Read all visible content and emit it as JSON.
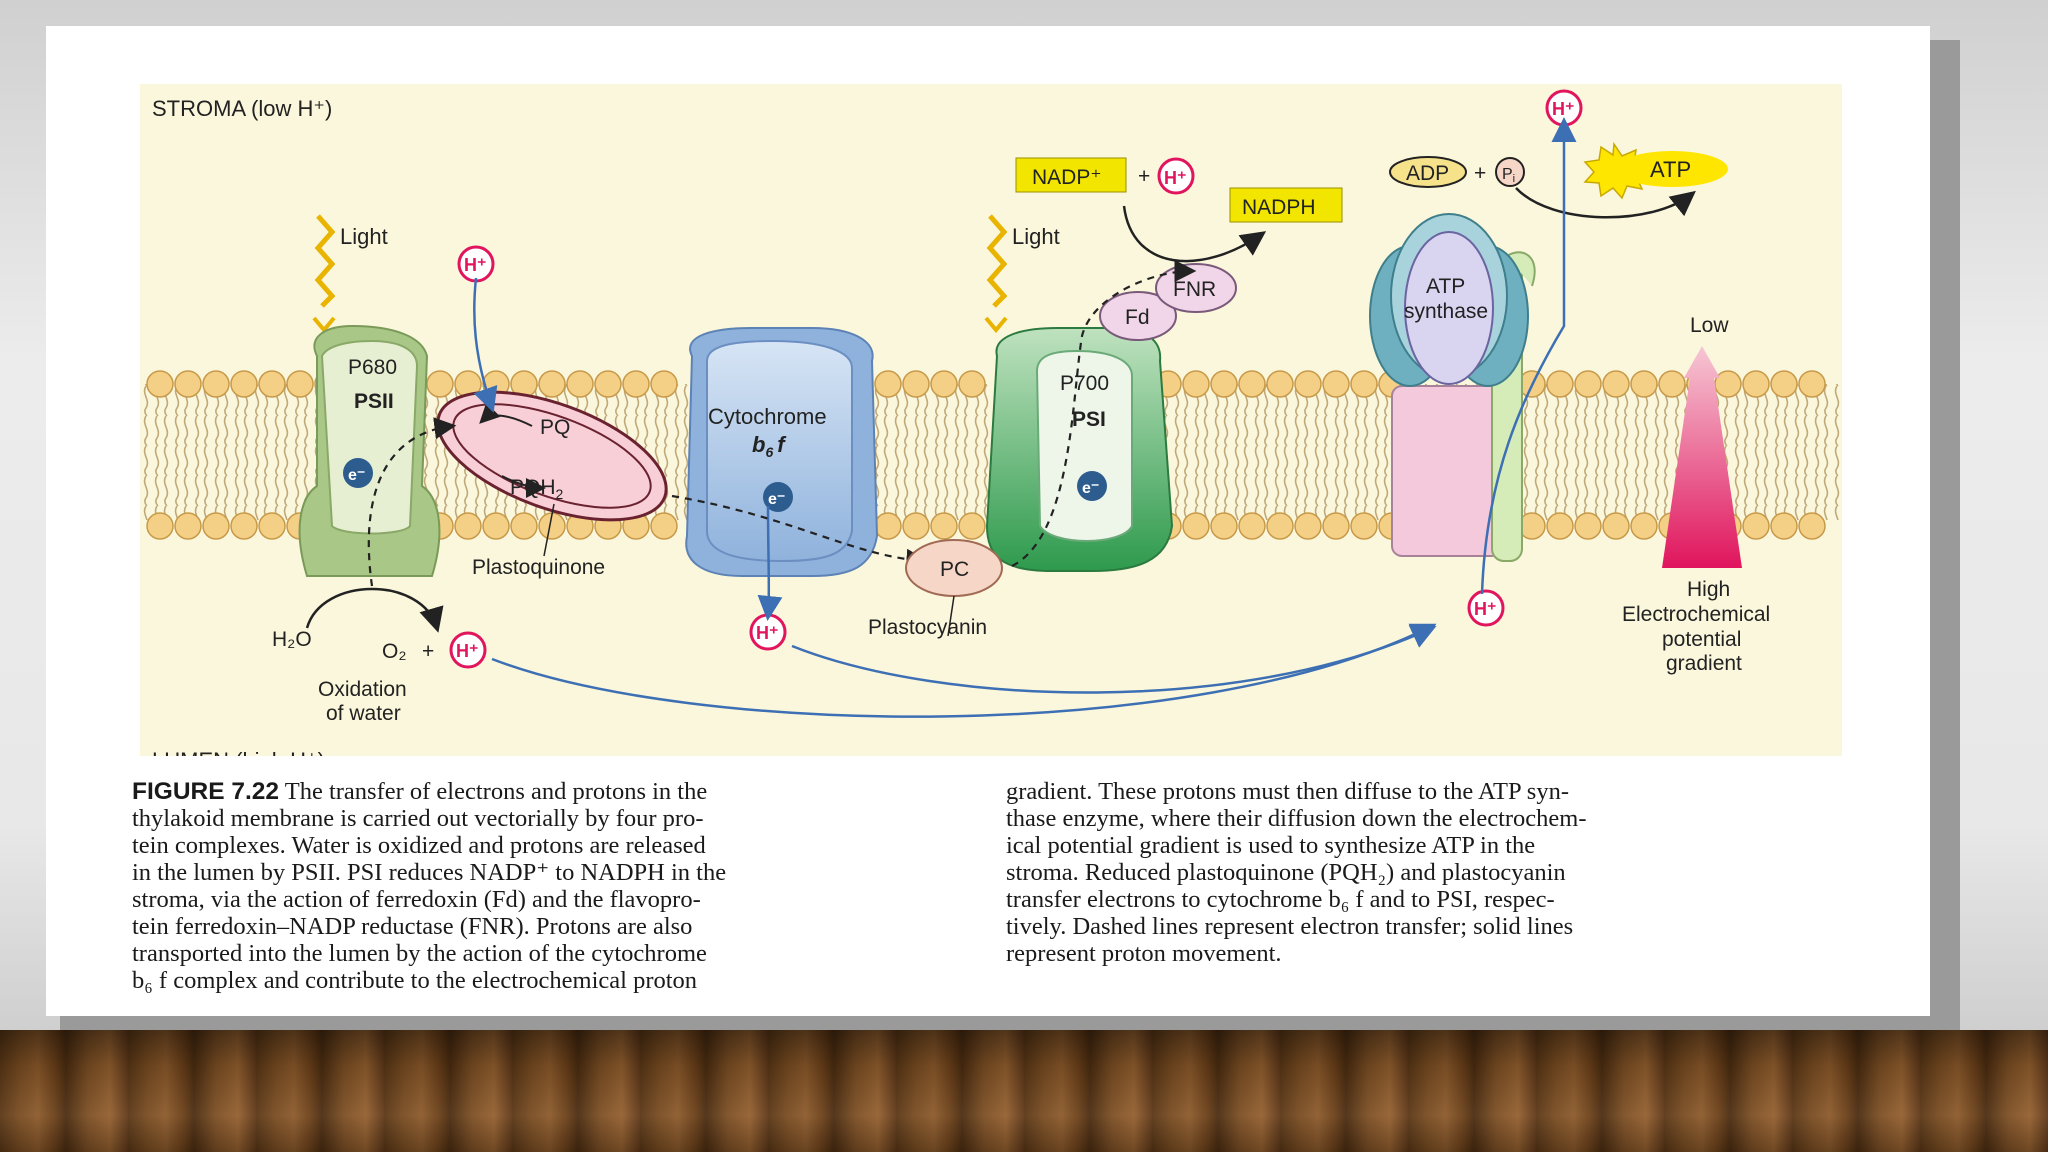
{
  "slide": {
    "figure_texts": {
      "stroma": "STROMA (low H⁺)",
      "lumen": "LUMEN (high H⁺)",
      "light": "Light",
      "p680": "P680",
      "psii": "PSII",
      "p700": "P700",
      "psi": "PSI",
      "pq": "PQ",
      "pqh2": "PQH",
      "pqh2_sub": "2",
      "plastoquinone": "Plastoquinone",
      "cytochrome": "Cytochrome",
      "b6f": "b",
      "b6f_sub": "6",
      "b6f_f": "f",
      "pc": "PC",
      "plastocyanin": "Plastocyanin",
      "fd": "Fd",
      "fnr": "FNR",
      "nadp_plus": "NADP⁺",
      "nadph": "NADPH",
      "plus": "+",
      "h_plus": "H⁺",
      "e_minus": "e⁻",
      "adp": "ADP",
      "pi": "P",
      "pi_sub": "i",
      "atp": "ATP",
      "atp_synthase_1": "ATP",
      "atp_synthase_2": "synthase",
      "h2o": "H₂O",
      "o2": "O₂",
      "oxidation_1": "Oxidation",
      "oxidation_2": "of water",
      "low": "Low",
      "high": "High",
      "gradient_1": "Electrochemical",
      "gradient_2": "potential",
      "gradient_3": "gradient"
    },
    "caption": {
      "figure_label": "FIGURE 7.22",
      "left_text": " The transfer of electrons and protons in the\nthylakoid membrane is carried out vectorially by four pro-\ntein complexes. Water is oxidized and protons are released\nin the lumen by PSII. PSI reduces NADP⁺ to NADPH in the\nstroma, via the action of ferredoxin (Fd) and the flavopro-\ntein ferredoxin–NADP reductase (FNR). Protons are also\ntransported into the lumen by the action of the cytochrome\nb₆ f complex and contribute to the electrochemical proton",
      "right_text": "gradient. These protons must then diffuse to the ATP syn-\nthase enzyme, where their diffusion down the electrochem-\nical potential gradient is used to synthesize ATP in the\nstroma. Reduced plastoquinone (PQH₂) and plastocyanin\ntransfer electrons to cytochrome b₆ f and to PSI, respec-\ntively. Dashed lines represent electron transfer; solid lines\nrepresent proton movement."
    },
    "colors": {
      "figure_bg": "#fbf7dc",
      "lipid_head": "#f4cf86",
      "psii_green": "#c7d9a5",
      "psi_green": "#3fa35a",
      "cyt_blue": "#b9d0ea",
      "pq_pink": "#f7c9cf",
      "pc_peach": "#f6d6c6",
      "atp_synthase": "#b8d8de",
      "proton_magenta": "#e0155d",
      "arrow_blue": "#3d6fb4",
      "nadp_yellow": "#f2e600",
      "atp_yellow": "#ffe600",
      "gradient_pink": "#e8356d"
    }
  }
}
